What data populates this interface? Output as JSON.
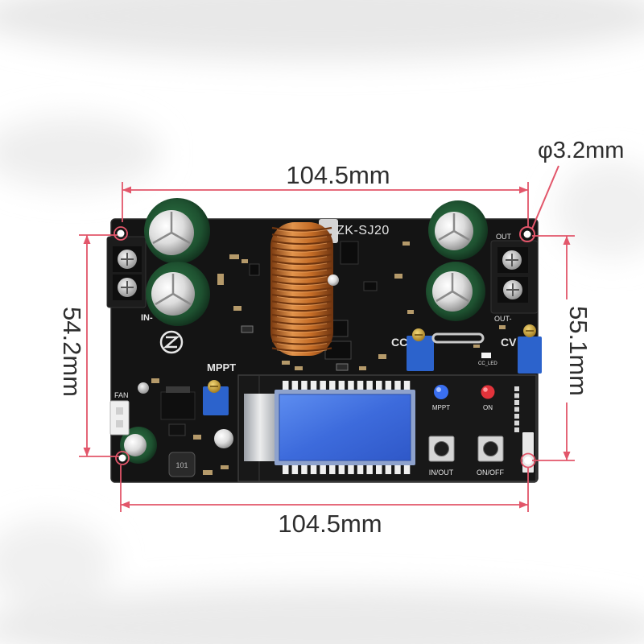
{
  "dimensions": {
    "top_width": "104.5mm",
    "bottom_width": "104.5mm",
    "left_height": "54.2mm",
    "right_height": "55.1mm",
    "hole_diameter": "φ3.2mm"
  },
  "board": {
    "model": "ZK-SJ20",
    "input_label": "IN-",
    "mppt_pot_label": "MPPT",
    "cc_label": "CC",
    "cv_label": "CV",
    "fan_label": "FAN",
    "cc_led_label": "CC_LED",
    "output_top_label": "OUT",
    "output_bottom_label": "OUT-",
    "inductor_marking": "101",
    "display_board": {
      "mppt_led_label": "MPPT",
      "on_led_label": "ON",
      "in_out_button_label": "IN/OUT",
      "on_off_button_label": "ON/OFF"
    }
  },
  "colors": {
    "dimension_line": "#e2566a",
    "dimension_text": "#2e2e2e",
    "pcb": "#141414",
    "silkscreen": "#e6e6e6",
    "potentiometer": "#2c63cc",
    "led_blue": "#3a6ff0",
    "led_red": "#e2333b"
  }
}
